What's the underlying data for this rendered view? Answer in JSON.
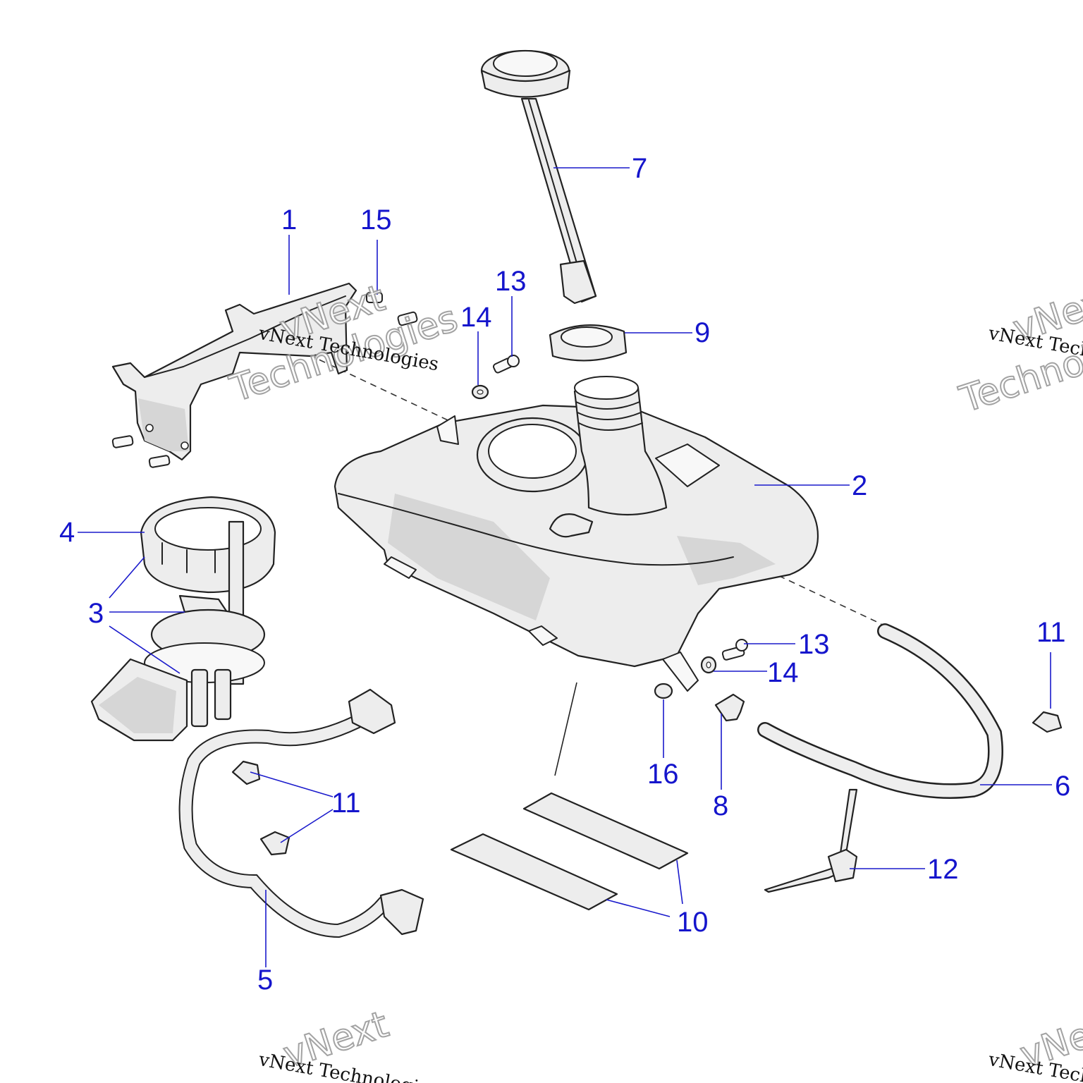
{
  "diagram": {
    "callouts": [
      {
        "id": "c1",
        "label": "1"
      },
      {
        "id": "c15",
        "label": "15"
      },
      {
        "id": "c7",
        "label": "7"
      },
      {
        "id": "c13a",
        "label": "13"
      },
      {
        "id": "c14a",
        "label": "14"
      },
      {
        "id": "c9",
        "label": "9"
      },
      {
        "id": "c2",
        "label": "2"
      },
      {
        "id": "c4",
        "label": "4"
      },
      {
        "id": "c3",
        "label": "3"
      },
      {
        "id": "c11a",
        "label": "11"
      },
      {
        "id": "c13b",
        "label": "13"
      },
      {
        "id": "c14b",
        "label": "14"
      },
      {
        "id": "c11b",
        "label": "11"
      },
      {
        "id": "c16",
        "label": "16"
      },
      {
        "id": "c8",
        "label": "8"
      },
      {
        "id": "c6",
        "label": "6"
      },
      {
        "id": "c12",
        "label": "12"
      },
      {
        "id": "c10",
        "label": "10"
      },
      {
        "id": "c5",
        "label": "5"
      }
    ],
    "watermark": {
      "text": "vNext Technologies",
      "ghost_line1": "vNext",
      "ghost_line2": "Technologies"
    },
    "colors": {
      "callout": "#1515cc",
      "part_fill": "#ededed",
      "outline": "#222222"
    }
  }
}
